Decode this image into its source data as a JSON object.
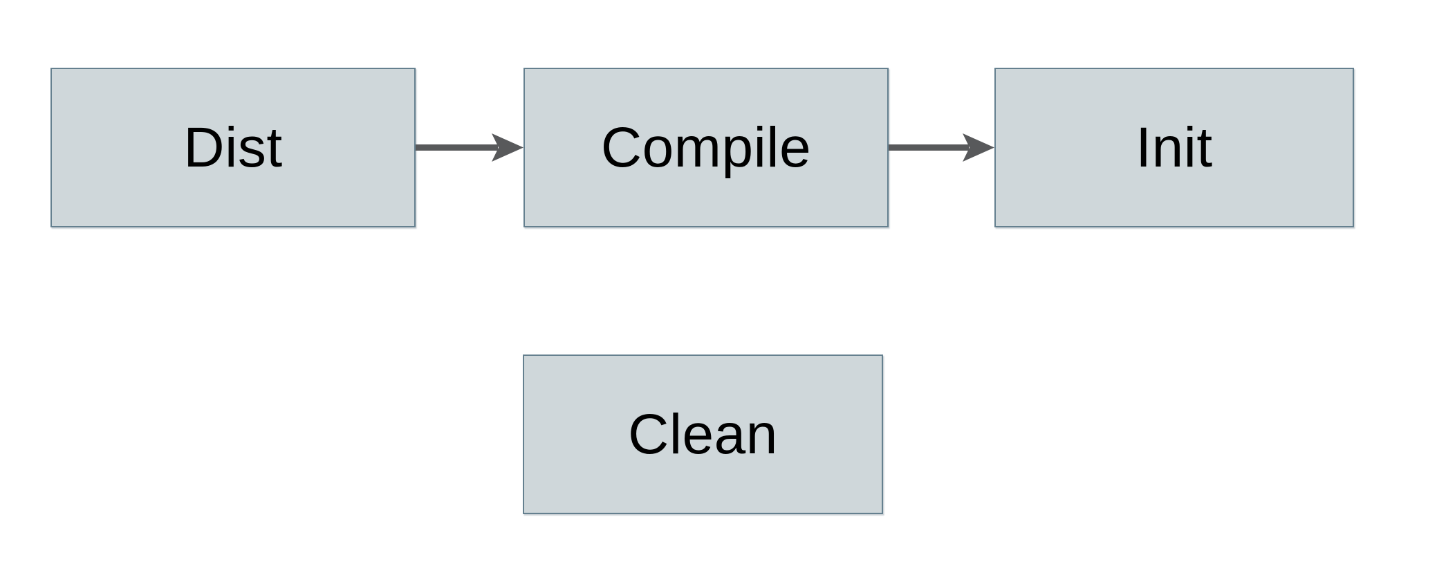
{
  "diagram": {
    "type": "flowchart",
    "background_color": "#ffffff",
    "colors": {
      "background": "#ffffff",
      "node_fill": "#cfd7da",
      "node_border": "#65808f",
      "arrow": "#58595b",
      "text": "#000000"
    },
    "nodes": [
      {
        "id": "dist",
        "label": "Dist"
      },
      {
        "id": "compile",
        "label": "Compile"
      },
      {
        "id": "init",
        "label": "Init"
      },
      {
        "id": "clean",
        "label": "Clean"
      }
    ],
    "edges": [
      {
        "from": "dist",
        "to": "compile",
        "direction": "right"
      },
      {
        "from": "compile",
        "to": "init",
        "direction": "right"
      }
    ]
  }
}
